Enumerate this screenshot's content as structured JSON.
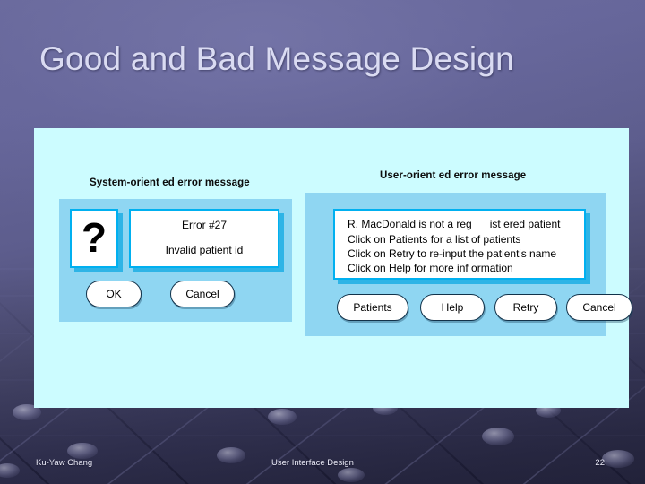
{
  "slide": {
    "title": "Good and Bad Message Design",
    "background_top_color": "#66669a",
    "background_bottom_color": "#2b2b45",
    "content_panel_color": "#ccfcff",
    "dialog_panel_color": "#8fd6f2",
    "frame_accent_color": "#00b0f0"
  },
  "left_example": {
    "caption": "System-orient ed error message",
    "icon_glyph": "?",
    "message_lines": [
      "Error #27",
      "Invalid patient id"
    ],
    "buttons": [
      {
        "label": "OK"
      },
      {
        "label": "Cancel"
      }
    ]
  },
  "right_example": {
    "caption": "User-orient ed error message",
    "message_lines": [
      "R. MacDonald is not a reg      ist ered patient",
      "Click on Patients for a list of patients",
      "Click on Retry to re-input the patient's name",
      "Click on Help for more inf ormation"
    ],
    "buttons": [
      {
        "label": "Patients"
      },
      {
        "label": "Help"
      },
      {
        "label": "Retry"
      },
      {
        "label": "Cancel"
      }
    ]
  },
  "footer": {
    "author": "Ku-Yaw Chang",
    "course": "User Interface Design",
    "page_number": "22"
  }
}
